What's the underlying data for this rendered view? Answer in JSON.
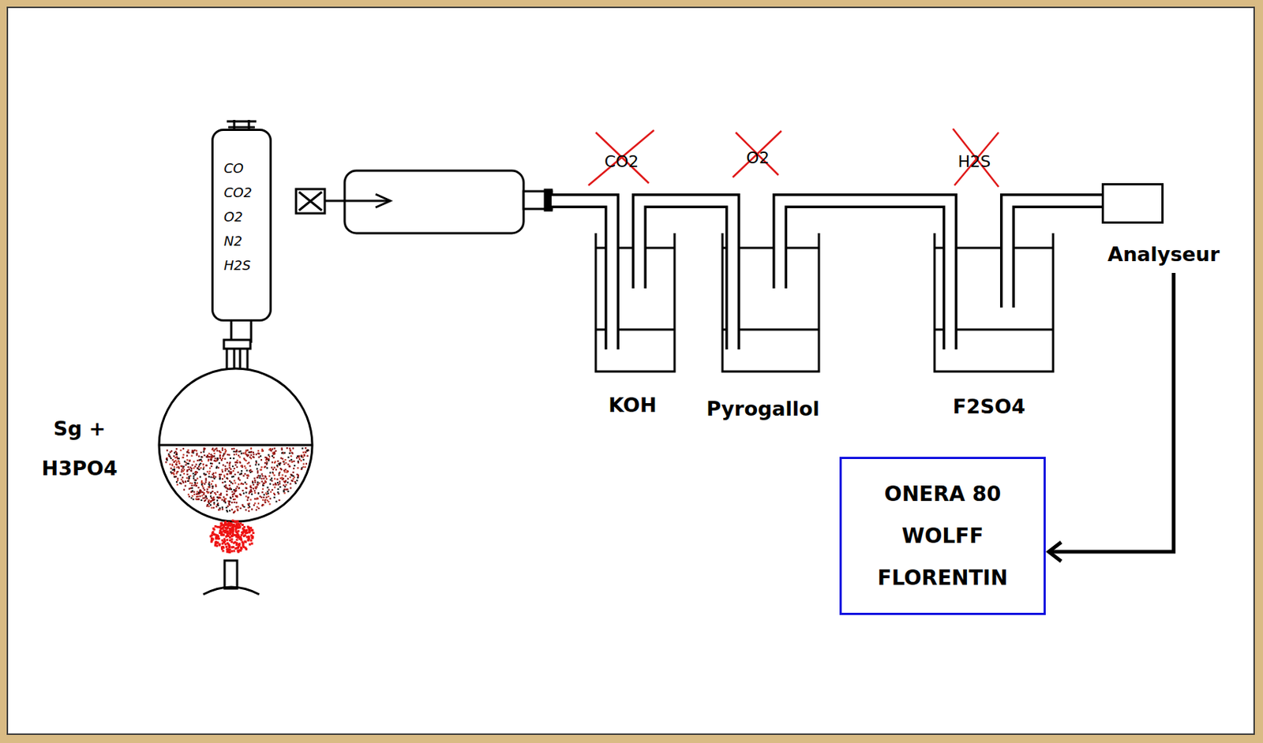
{
  "diagram": {
    "nodes": [
      {
        "text": [
          "CO CO2 O2 N2 H2S"
        ]
      },
      {
        "text": [
          "Analyseur"
        ]
      },
      {
        "text": [
          "ONERA 80 WOLFF FLORENTIN"
        ]
      }
    ],
    "edges": [
      {
        "from": 1,
        "to": 2,
        "arrow": "to"
      }
    ],
    "labels": [
      "Sg + H3PO4",
      "CO2",
      "O2",
      "H2S",
      "KOH",
      "Pyrogallol",
      "F2SO4"
    ]
  }
}
